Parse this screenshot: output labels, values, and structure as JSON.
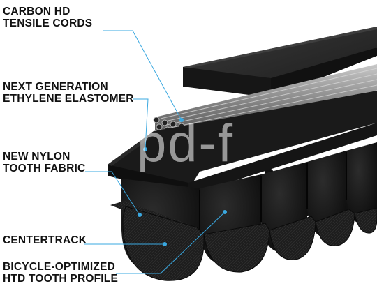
{
  "labels": {
    "carbon": [
      "CARBON HD",
      "TENSILE CORDS"
    ],
    "elastomer": [
      "NEXT GENERATION",
      "ETHYLENE ELASTOMER"
    ],
    "nylon": [
      "NEW NYLON",
      "TOOTH FABRIC"
    ],
    "centertrack": [
      "CENTERTRACK"
    ],
    "profile": [
      "BICYCLE-OPTIMIZED",
      "HTD TOOTH PROFILE"
    ]
  },
  "watermark": "pd-f",
  "colors": {
    "leader": "#3aa8e0",
    "dot": "#3aa8e0",
    "belt_dark": "#141414",
    "belt_top": "#2a2a2a",
    "fabric": "#1c1c1c",
    "cord": "#8a8a8a"
  }
}
